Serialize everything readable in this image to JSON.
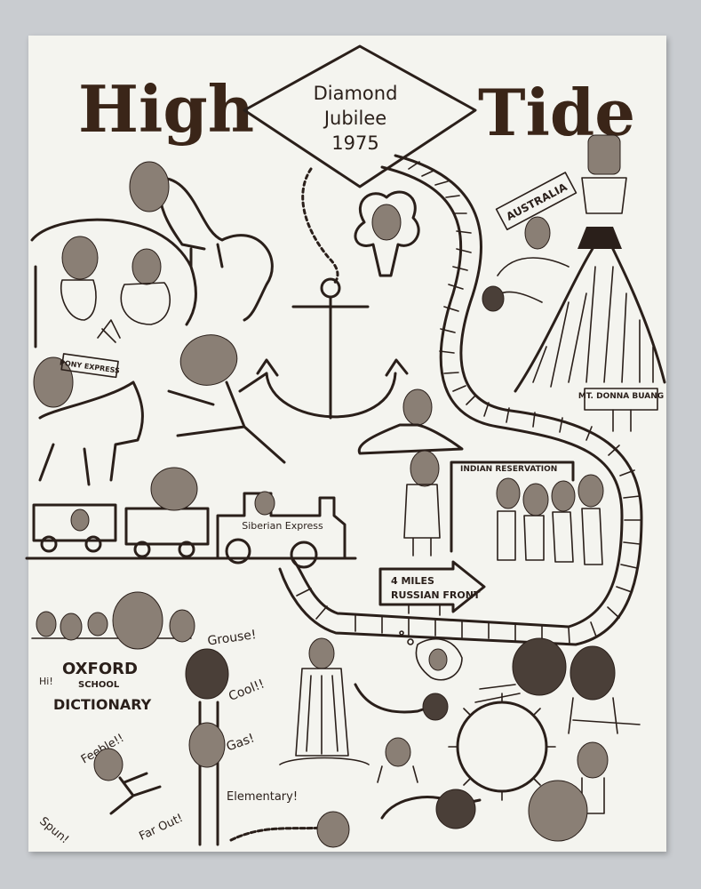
{
  "title": {
    "left_word": "High",
    "right_word": "Tide"
  },
  "diamond": {
    "line1": "Diamond",
    "line2": "Jubilee",
    "line3": "1975"
  },
  "signs": {
    "australia": "AUSTRALIA",
    "mountain": "MT. DONNA BUANG",
    "pony": "PONY EXPRESS",
    "indian": "INDIAN RESERVATION",
    "miles_line1": "4 MILES",
    "miles_line2": "RUSSIAN FRONT",
    "train": "Siberian Express"
  },
  "dictionary": {
    "hi": "Hi!",
    "line1": "OXFORD",
    "line2": "SCHOOL",
    "line3": "DICTIONARY"
  },
  "exclamations": {
    "grouse": "Grouse!",
    "cool": "Cool!!",
    "gas": "Gas!",
    "feeble": "Feeble!!",
    "elementary": "Elementary!",
    "spun": "Spun!",
    "far_out": "Far Out!"
  },
  "colors": {
    "background": "#c9ccd0",
    "paper": "#f4f4ef",
    "ink": "#2a1f1a",
    "title_ink": "#3a2518"
  }
}
